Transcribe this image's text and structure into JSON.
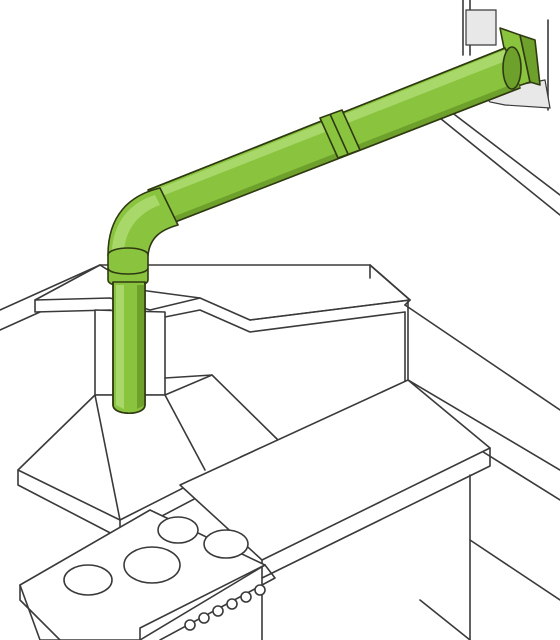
{
  "diagram": {
    "colors": {
      "line": "#3a3a3a",
      "background": "#ffffff",
      "duct_fill": "#8ac43f",
      "duct_shadow": "#6ea02c",
      "duct_highlight": "#a8d86a",
      "plaster": "#e8e8e8"
    },
    "elements": [
      "kitchen-wall",
      "ceiling-soffit",
      "range-hood",
      "vertical-duct",
      "elbow-fitting",
      "horizontal-duct",
      "duct-coupling",
      "wall-outlet",
      "countertop",
      "stove",
      "burners",
      "oven-knobs"
    ]
  }
}
